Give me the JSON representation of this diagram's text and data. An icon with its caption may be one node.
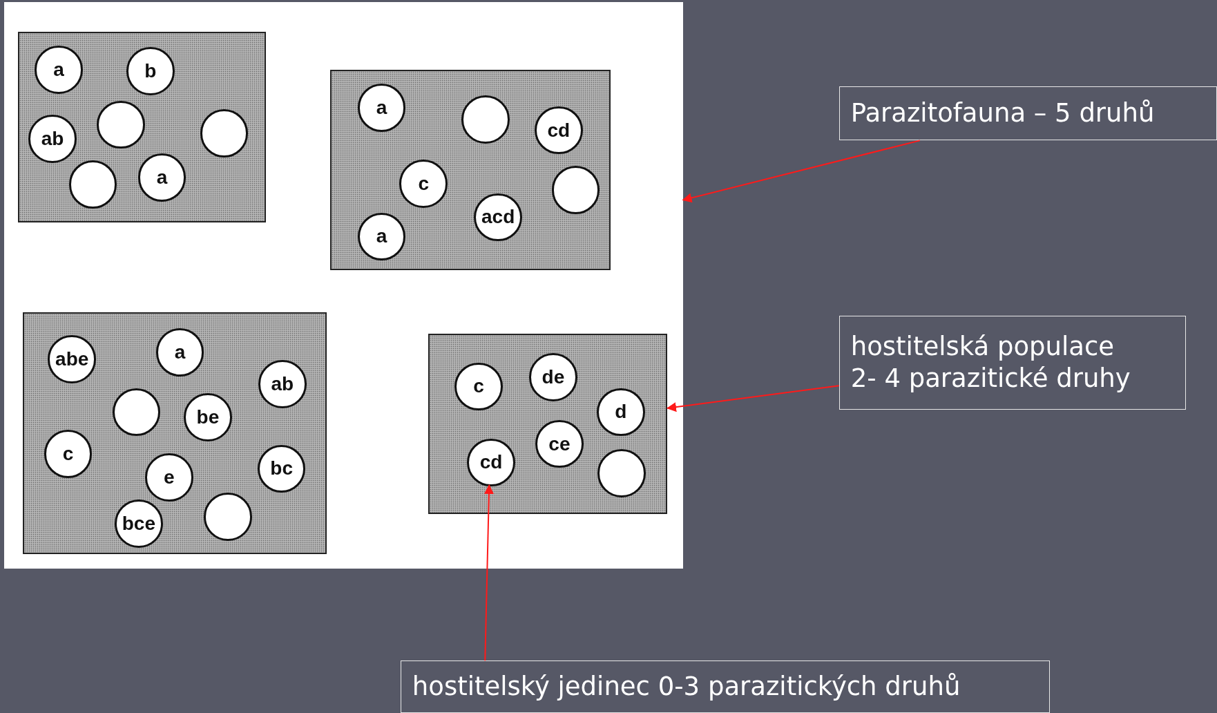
{
  "diagram": {
    "nodes": [
      {
        "text": [],
        "shape": "box"
      },
      {
        "text": [],
        "shape": "box",
        "in": 0
      },
      {
        "text": [
          "a"
        ],
        "in": 1
      },
      {
        "text": [
          "b"
        ],
        "in": 1
      },
      {
        "text": [
          "ab"
        ],
        "in": 1
      },
      {
        "text": [],
        "shape": "circle",
        "in": 1
      },
      {
        "text": [],
        "shape": "circle",
        "in": 1
      },
      {
        "text": [],
        "shape": "circle",
        "in": 1
      },
      {
        "text": [
          "a"
        ],
        "in": 1
      },
      {
        "text": [],
        "shape": "box",
        "in": 0
      },
      {
        "text": [
          "a"
        ],
        "in": 9
      },
      {
        "text": [],
        "shape": "circle",
        "in": 9
      },
      {
        "text": [
          "cd"
        ],
        "in": 9
      },
      {
        "text": [
          "c"
        ],
        "in": 9
      },
      {
        "text": [],
        "shape": "circle",
        "in": 9
      },
      {
        "text": [
          "acd"
        ],
        "in": 9
      },
      {
        "text": [
          "a"
        ],
        "in": 9
      },
      {
        "text": [],
        "shape": "box",
        "in": 0
      },
      {
        "text": [
          "abe"
        ],
        "in": 17
      },
      {
        "text": [
          "a"
        ],
        "in": 17
      },
      {
        "text": [
          "ab"
        ],
        "in": 17
      },
      {
        "text": [],
        "shape": "circle",
        "in": 17
      },
      {
        "text": [
          "be"
        ],
        "in": 17
      },
      {
        "text": [
          "c"
        ],
        "in": 17
      },
      {
        "text": [
          "bc"
        ],
        "in": 17
      },
      {
        "text": [
          "e"
        ],
        "in": 17
      },
      {
        "text": [],
        "shape": "circle",
        "in": 17
      },
      {
        "text": [
          "bce"
        ],
        "in": 17
      },
      {
        "text": [],
        "shape": "box",
        "in": 0
      },
      {
        "text": [
          "de"
        ],
        "in": 28
      },
      {
        "text": [
          "c"
        ],
        "in": 28
      },
      {
        "text": [
          "d"
        ],
        "in": 28
      },
      {
        "text": [
          "ce"
        ],
        "in": 28
      },
      {
        "text": [
          "cd"
        ],
        "in": 28
      },
      {
        "text": [],
        "shape": "circle",
        "in": 28
      },
      {
        "text": [
          "Parazitofauna – 5 druhů"
        ]
      },
      {
        "text": [
          "hostitelská populace",
          "2- 4 parazitické druhy"
        ]
      },
      {
        "text": [
          "hostitelský jedinec 0-3 parazitických druhů"
        ]
      }
    ],
    "edges": [
      {
        "from": 35,
        "to": 0,
        "arrow": "to"
      },
      {
        "from": 36,
        "to": 28,
        "arrow": "to"
      },
      {
        "from": 37,
        "to": 33,
        "arrow": "to"
      }
    ]
  }
}
